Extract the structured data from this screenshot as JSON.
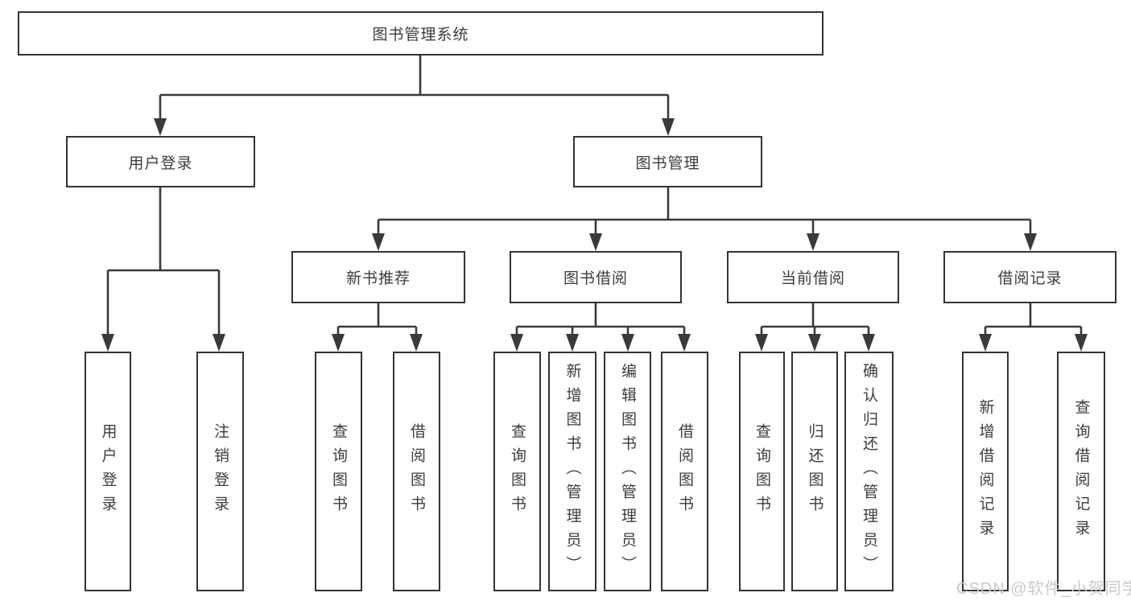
{
  "diagram": {
    "root": {
      "label": "图书管理系统"
    },
    "branches": [
      {
        "label": "用户登录",
        "children": [
          {
            "label": "用户登录"
          },
          {
            "label": "注销登录"
          }
        ]
      },
      {
        "label": "图书管理",
        "children": [
          {
            "label": "新书推荐",
            "children": [
              {
                "label": "查询图书"
              },
              {
                "label": "借阅图书"
              }
            ]
          },
          {
            "label": "图书借阅",
            "children": [
              {
                "label": "查询图书"
              },
              {
                "label": "新增图书（管理员）"
              },
              {
                "label": "编辑图书（管理员）"
              },
              {
                "label": "借阅图书"
              }
            ]
          },
          {
            "label": "当前借阅",
            "children": [
              {
                "label": "查询图书"
              },
              {
                "label": "归还图书"
              },
              {
                "label": "确认归还（管理员）"
              }
            ]
          },
          {
            "label": "借阅记录",
            "children": [
              {
                "label": "新增借阅记录"
              },
              {
                "label": "查询借阅记录"
              }
            ]
          }
        ]
      }
    ]
  },
  "watermark": {
    "text": "CSDN @软件_小贺同学"
  },
  "colors": {
    "background": "#ffffff",
    "box_border": "#333333",
    "connector_line": "#3a3a3a",
    "text": "#3c3c3c",
    "watermark": "#c9c9c9"
  }
}
